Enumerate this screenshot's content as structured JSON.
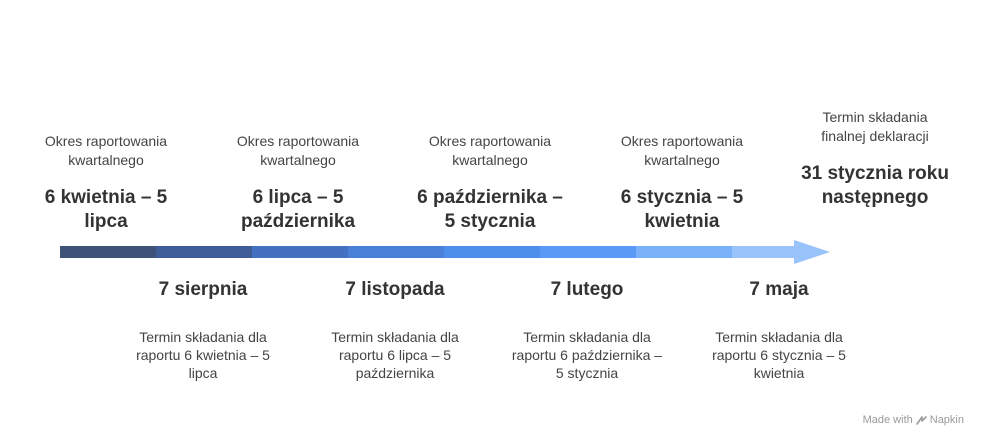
{
  "top": [
    {
      "label": "Okres raportowania kwartalnego",
      "range": "6 kwietnia – 5 lipca"
    },
    {
      "label": "Okres raportowania kwartalnego",
      "range": "6 lipca – 5 października"
    },
    {
      "label": "Okres raportowania kwartalnego",
      "range": "6 października – 5 stycznia"
    },
    {
      "label": "Okres raportowania kwartalnego",
      "range": "6 stycznia – 5 kwietnia"
    },
    {
      "label": "Termin składania finalnej deklaracji",
      "range": "31 stycznia roku następnego"
    }
  ],
  "bottom": [
    {
      "date": "7 sierpnia",
      "desc": "Termin składania dla raportu 6 kwietnia – 5 lipca"
    },
    {
      "date": "7 listopada",
      "desc": "Termin składania dla raportu 6 lipca – 5 października"
    },
    {
      "date": "7 lutego",
      "desc": "Termin składania dla raportu 6 października – 5 stycznia"
    },
    {
      "date": "7 maja",
      "desc": "Termin składania dla raportu 6 stycznia – 5 kwietnia"
    }
  ],
  "arrow_colors": [
    "#3f5278",
    "#3f5e98",
    "#4370c0",
    "#4a80d8",
    "#4f8fec",
    "#5a9af6",
    "#7ab1f9",
    "#98c3fb"
  ],
  "watermark": {
    "prefix": "Made with",
    "brand": "Napkin",
    "icon": "napkin-logo-icon"
  }
}
